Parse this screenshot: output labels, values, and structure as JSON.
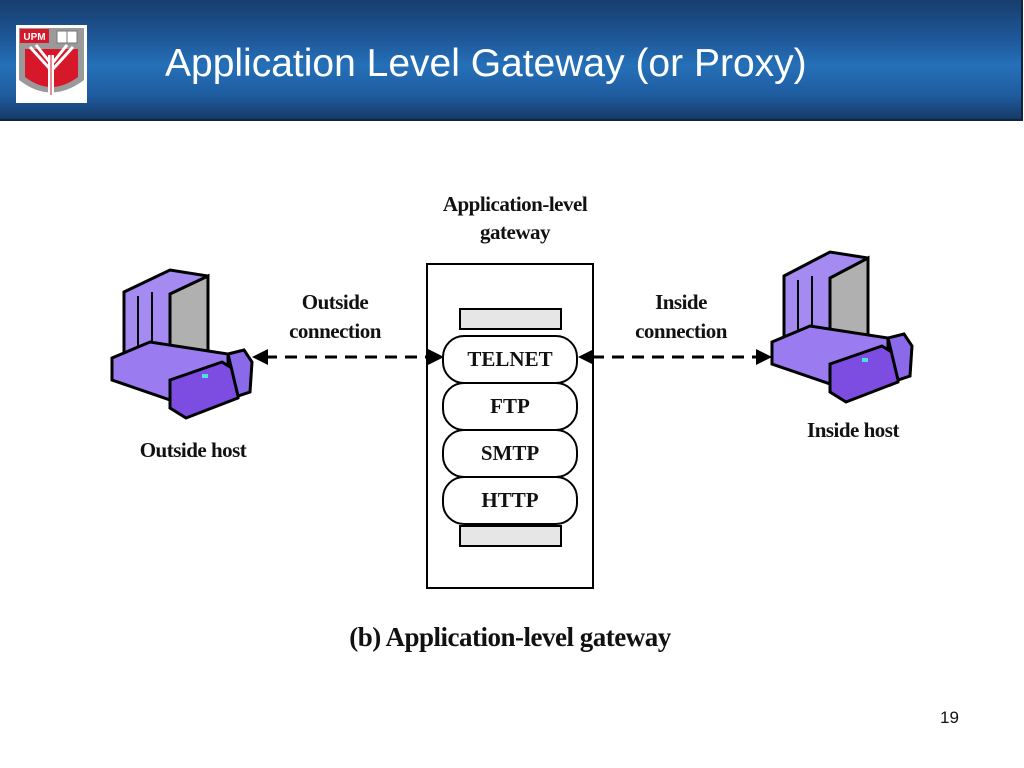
{
  "slide": {
    "title": "Application Level Gateway (or Proxy)",
    "page_number": "19",
    "logo_text": "UPM"
  },
  "diagram": {
    "gateway_label_line1": "Application-level",
    "gateway_label_line2": "gateway",
    "protocols": [
      "TELNET",
      "FTP",
      "SMTP",
      "HTTP"
    ],
    "outside_connection_line1": "Outside",
    "outside_connection_line2": "connection",
    "inside_connection_line1": "Inside",
    "inside_connection_line2": "connection",
    "outside_host_label": "Outside host",
    "inside_host_label": "Inside host",
    "caption": "(b) Application-level gateway"
  },
  "colors": {
    "header_blue": "#2570b8",
    "computer_purple": "#9b7cf0",
    "logo_red": "#d7182a"
  }
}
